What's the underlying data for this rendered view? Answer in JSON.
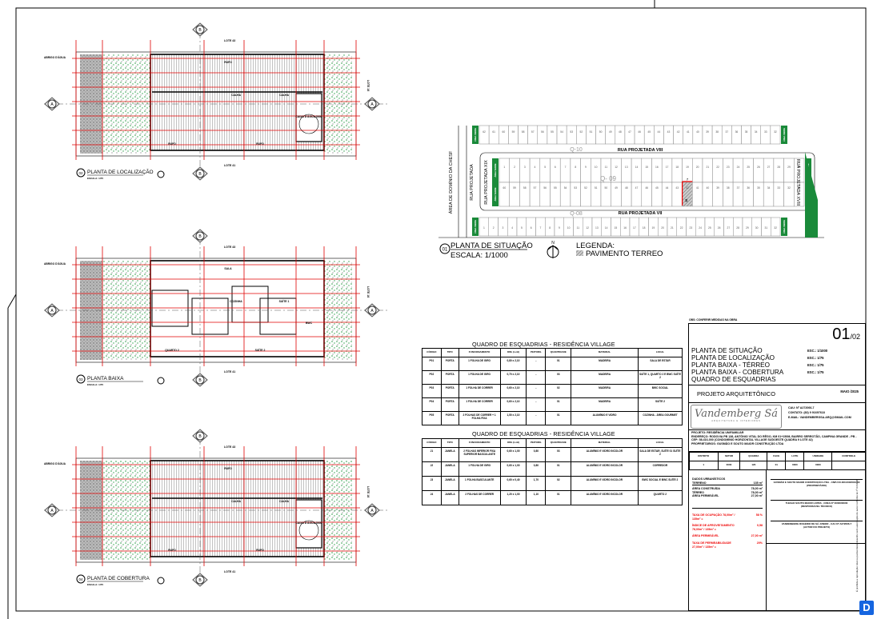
{
  "colors": {
    "dimension": "#e00000",
    "garden": "#2e9e4a",
    "green_area": "#1a8a3a",
    "logo": "#1565e0"
  },
  "plans": [
    {
      "number": "02",
      "title": "PLANTA DE LOCALIZAÇÃO",
      "scale": "ESCALA: 1/75",
      "lot_top": "LOTE 43",
      "lot_bottom": "LOTE 41",
      "lot_side": "LOTE 16",
      "water": "ABRIGO D'ÁGUA",
      "section": "A",
      "section2": "B",
      "labels": [
        "RUFO",
        "CALHA",
        "CALHA",
        "RUFO",
        "RUFO",
        "CAIXA D'ÁGUA 500L"
      ]
    },
    {
      "number": "03",
      "title": "PLANTA BAIXA",
      "scale": "ESCALA: 1/75",
      "lot_top": "LOTE 43",
      "lot_bottom": "LOTE 41",
      "lot_side": "LOTE 16",
      "water": "ABRIGO D'ÁGUA",
      "section": "A",
      "section2": "B",
      "labels": [
        "SALA",
        "COZINHA",
        "SUÍTE 1",
        "QUARTO 2",
        "SUÍTE 2",
        "BWC"
      ]
    },
    {
      "number": "04",
      "title": "PLANTA DE COBERTURA",
      "scale": "ESCALA: 1/75",
      "lot_top": "LOTE 43",
      "lot_bottom": "LOTE 41",
      "lot_side": "LOTE 16",
      "water": "ABRIGO D'ÁGUA",
      "section": "A",
      "section2": "B",
      "labels": [
        "RUFO",
        "CALHA",
        "CALHA",
        "RUFO",
        "RUFO",
        "CAIXA D'ÁGUA 500L"
      ]
    }
  ],
  "situation": {
    "number": "01",
    "title": "PLANTA DE SITUAÇÃO",
    "scale": "ESCALA: 1/1000",
    "legend_title": "LEGENDA:",
    "legend_item": "PAVIMENTO TERREO",
    "north": "N",
    "streets": {
      "top": "RUA PROJETADA VIII",
      "bottom": "RUA PROJETADA VII",
      "left_inner": "RUA PROJETADA XIX",
      "left": "RUA PROJETADA",
      "right": "RUA PROJETADA XVIII",
      "chesf": "ÁREA DE DOMÍNIO DA CHESF"
    },
    "green_label": "ÁREA VERDE",
    "blocks": {
      "q10": "Q-10",
      "q09": "Q- 09",
      "q08": "Q-08"
    },
    "rows": [
      {
        "name": "q10",
        "from": 62,
        "to": 32
      },
      {
        "name": "q09-top",
        "from": 1,
        "to": 30
      },
      {
        "name": "q09-bottom",
        "from": 60,
        "to": 31
      },
      {
        "name": "q08",
        "from": 1,
        "to": 32
      }
    ],
    "highlight_lot": 42,
    "lot_dims": {
      "width": "7",
      "depth": "18"
    }
  },
  "tables": [
    {
      "title": "QUADRO DE ESQUADRIAS - RESIDÊNCIA VILLAGE",
      "headers": [
        "CÓDIGO",
        "TIPO",
        "FUNCIONAMENTO",
        "DIM. (LxH)",
        "PEITORIL",
        "QUANTIDADE",
        "MATERIAL",
        "LOCAL"
      ],
      "rows": [
        [
          "P01",
          "PORTA",
          "1 FOLHA DE GIRO",
          "0,80 x 2,10",
          "-",
          "01",
          "MADEIRA",
          "SALA DE ESTAR"
        ],
        [
          "P02",
          "PORTA",
          "1 FOLHA DE GIRO",
          "0,70 x 2,10",
          "-",
          "03",
          "MADEIRA",
          "SUÍTE 1, QUARTO 2 E BWC SUÍTE 2"
        ],
        [
          "P03",
          "PORTA",
          "1 FOLHA DE CORRER",
          "0,60 x 2,10",
          "-",
          "02",
          "MADEIRA",
          "BWC SOCIAL"
        ],
        [
          "P04",
          "PORTA",
          "1 FOLHA DE CORRER",
          "0,60 x 2,10",
          "-",
          "01",
          "MADEIRA",
          "SUÍTE 2"
        ],
        [
          "P05",
          "PORTA",
          "2 FOLHAS DE CORRER + 1 FOLHA FIXA",
          "1,50 x 2,10",
          "-",
          "01",
          "ALUMÍNIO E VIDRO",
          "COZINHA - ÁREA GOURMET"
        ]
      ]
    },
    {
      "title": "QUADRO DE ESQUADRIAS - RESIDÊNCIA VILLAGE",
      "headers": [
        "CÓDIGO",
        "TIPO",
        "FUNCIONAMENTO",
        "DIM. (LxH)",
        "PEITORIL",
        "QUANTIDADE",
        "MATERIAL",
        "LOCAL"
      ],
      "rows": [
        [
          "J1",
          "JANELA",
          "2 FOLHAS INFERIOR FIXA SUPERIOR BASCULANTE",
          "0,60 x 1,00",
          "0,80",
          "03",
          "ALUMÍNIO E VIDRO INCOLOR",
          "SALA DE ESTAR, SUÍTE 01 SUÍTE 2"
        ],
        [
          "J2",
          "JANELA",
          "1 FOLHA DE GIRO",
          "0,60 x 1,00",
          "0,80",
          "01",
          "ALUMÍNIO E VIDRO INCOLOR",
          "CORREDOR"
        ],
        [
          "J3",
          "JANELA",
          "1 FOLHA BASCULANTE",
          "0,60 x 0,40",
          "1,70",
          "02",
          "ALUMÍNIO E VIDRO INCOLOR",
          "BWC SOCIAL E BWC SUÍTE 2"
        ],
        [
          "J4",
          "JANELA",
          "2 FOLHAS DE CORRER",
          "1,20 x 1,00",
          "1,10",
          "01",
          "ALUMÍNIO E VIDRO INCOLOR",
          "QUARTO 2"
        ]
      ]
    }
  ],
  "title_block": {
    "note": "OBS: CONFERIR MEDIDAS NA OBRA",
    "sheet": "01",
    "sheet_total": "/02",
    "drawings": [
      {
        "name": "PLANTA DE SITUAÇÃO",
        "scale": "ESC.: 1/1000"
      },
      {
        "name": "PLANTA DE LOCALIZAÇÃO",
        "scale": "ESC.: 1/75"
      },
      {
        "name": "PLANTA BAIXA - TÉRREO",
        "scale": "ESC.: 1/75"
      },
      {
        "name": "PLANTA BAIXA - COBERTURA",
        "scale": "ESC.: 1/75"
      },
      {
        "name": "QUADRO DE ESQUADRIAS",
        "scale": ""
      }
    ],
    "project_type": "PROJETO ARQUITETÔNICO",
    "date": "MAIO /2025",
    "logo_text": "Vandemberg Sá",
    "logo_sub": "ARQUITETURA E INTERIORES",
    "cau": "CAU: Nº A272066-7",
    "contact": "CONTATO: (83)      9 91697618",
    "email": "E-MAIL: VANDEMBERGSA.ARQ@GMAIL.COM",
    "project": "PROJETO: RESIDÊNCIA UNIFAMILIAR",
    "address": "ENDEREÇO: RODOVIA PB 138, ANTÔNIO VITAL DO RÊGO, KM 01+150M, BAIRRO SERROTÃO, CAMPINA GRANDE - PB - CEP: 58.416-000 (CONDOMÍNIO HORIZONTAL VILLAGE SUDOESTE QUADRA 9 LOTE 42)",
    "owners": "PROPRIETÁRIOS: GUSMÃO E SOUTO MAIOR CONSTRUÇÃO LTDA",
    "cad_headers": [
      "DISTRITO",
      "SETOR",
      "QUADRA",
      "FACE",
      "LOTE",
      "UNIDADE",
      "CONTROLE"
    ],
    "cad_values": [
      "1",
      "0000",
      "120",
      "01",
      "0000",
      "0000",
      ""
    ],
    "urban": {
      "title": "DADOS URBANÍSTICOS",
      "rows": [
        [
          "TERRENO",
          "135 m²"
        ],
        [
          "ÁREA CONSTRUÍDA",
          "78,00 m²"
        ],
        [
          "TÉRREO",
          "78,00 m²"
        ],
        [
          "ÁREA PERMEÁVEL",
          "27,00 m²"
        ]
      ],
      "indices": [
        [
          "TAXA DE OCUPAÇÃO 78,00m² / 135m²  =",
          "58 %"
        ],
        [
          "ÍNDICE DE APROVEITAMENTO 78,00m² / 135m²  =",
          "0,58"
        ],
        [
          "ÁREA PERMEÁVEL",
          "27,00 m²"
        ],
        [
          "TAXA DE PERMEABILIDADE 27,00m² / 135m²  =",
          "20%"
        ]
      ]
    },
    "signatures": [
      {
        "name": "GUSMÃO E SOUTO MAIOR CONSTRUÇÃO LTDA - CNPJ 00.000.000/0001-00",
        "role": "(PROPRIETÁRIO)"
      },
      {
        "name": "THIAGO SOUTO MAIOR LOPES - CREA Nº 0000000000",
        "role": "(RESPONSÁVEL TÉCNICO)"
      },
      {
        "name": "VANDEMBERG ROGÉRIO DE SÁ JUNIOR - CAU Nº A272066-7",
        "role": "(AUTOR DO PROJETO)"
      }
    ],
    "side_note": "É proibida a reprodução total ou parcial deste desenho sem autorização do autor conforme lei nº 9.610/98"
  }
}
